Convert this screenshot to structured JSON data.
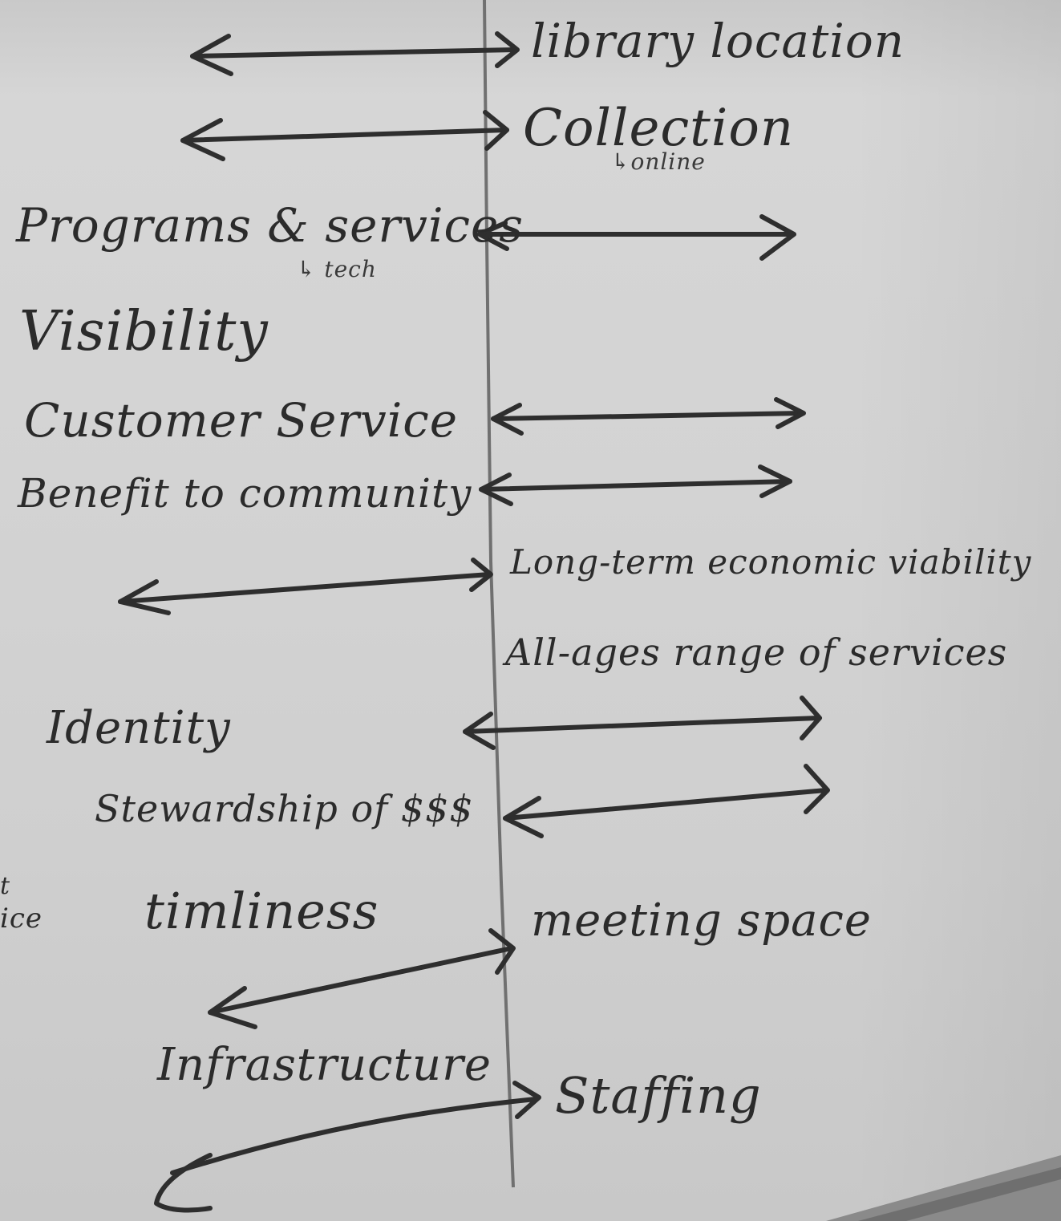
{
  "whiteboard": {
    "right_column": {
      "library_location": "library location",
      "collection": "Collection",
      "collection_note": "↳online",
      "long_term": "Long-term economic viability",
      "all_ages": "All-ages range of services",
      "meeting_space": "meeting space",
      "staffing": "Staffing"
    },
    "left_column": {
      "programs": "Programs & services",
      "programs_note": "↳ tech",
      "visibility": "Visibility",
      "customer_service": "Customer Service",
      "benefit": "Benefit to community",
      "identity": "Identity",
      "stewardship": "Stewardship of $$$",
      "timliness": "timliness",
      "infrastructure": "Infrastructure"
    },
    "edge_fragment": {
      "line1": "t",
      "line2": "ice"
    }
  },
  "colors": {
    "board": "#d3d3d3",
    "ink": "#2b2b2b",
    "divider": "#6e6e6e",
    "frame": "#7a7a7a"
  }
}
